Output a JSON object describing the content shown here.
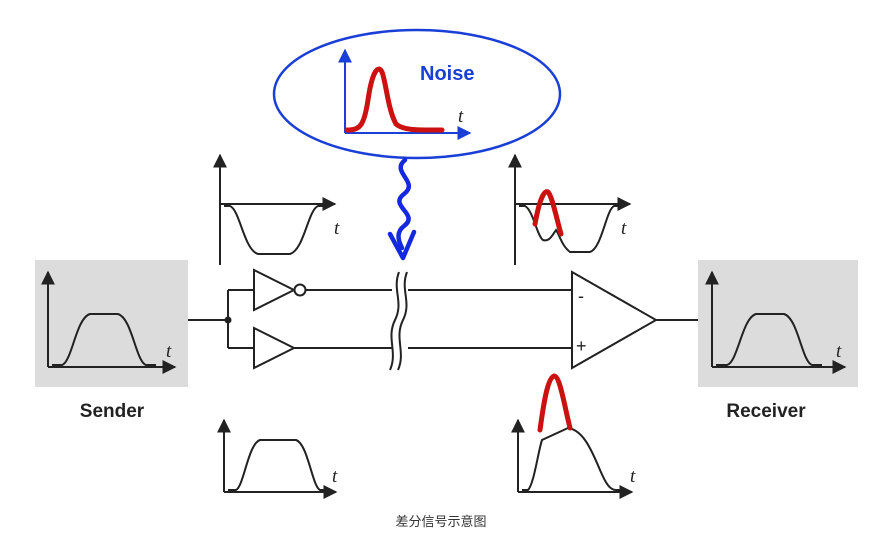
{
  "labels": {
    "noise": "Noise",
    "sender": "Sender",
    "receiver": "Receiver",
    "time_axis": "t",
    "minus": "-",
    "plus": "+"
  },
  "caption": "差分信号示意图",
  "colors": {
    "noise_waveform": "#cc1111",
    "noise_text": "#1a3fd6",
    "noise_ellipse": "#1a3fd6",
    "interference_arrow": "#1428e0",
    "panel_background": "#dcdcdc",
    "line": "#222222"
  },
  "icons": [
    "buffer-triangle",
    "inverter-with-bubble",
    "differential-amplifier",
    "wavy-arrow"
  ]
}
